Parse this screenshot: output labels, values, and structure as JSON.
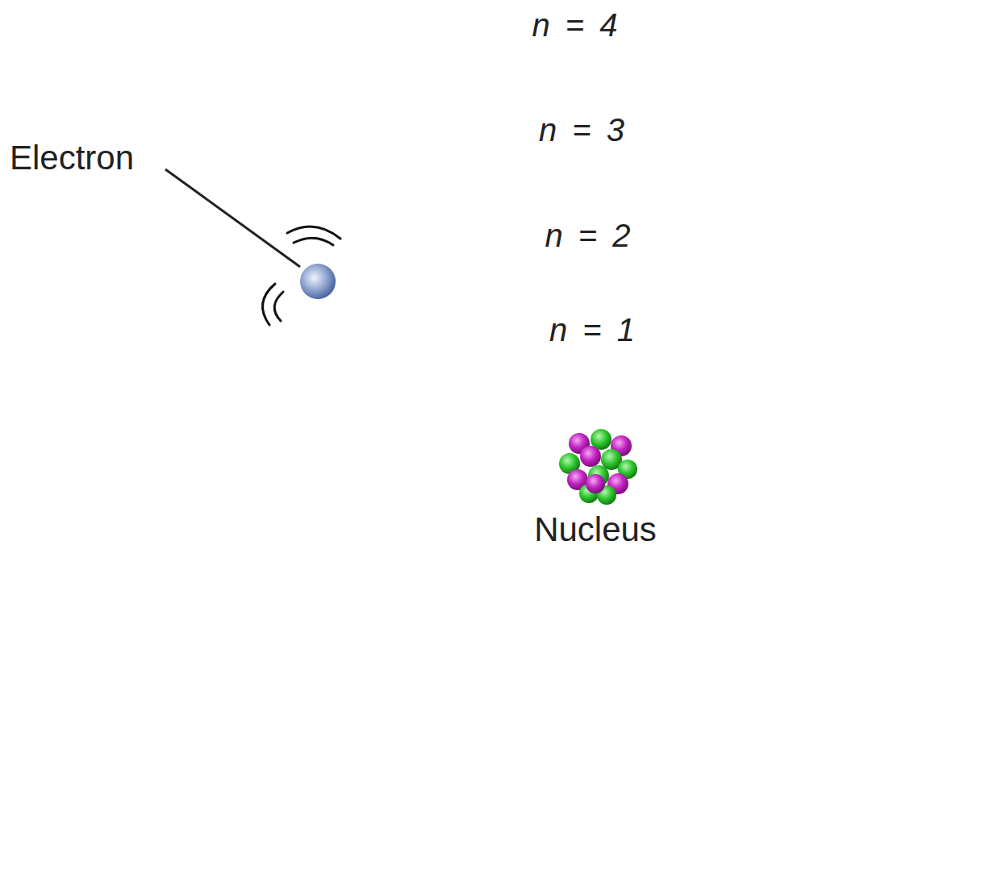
{
  "diagram": {
    "nodes": [
      {
        "text": [
          "n = 4"
        ]
      },
      {
        "text": [
          "n = 3"
        ],
        "in": 0
      },
      {
        "text": [
          "n = 2"
        ],
        "in": 1
      },
      {
        "text": [
          "n = 1"
        ],
        "in": 2
      }
    ],
    "labels": [
      "Electron",
      "Nucleus"
    ]
  }
}
